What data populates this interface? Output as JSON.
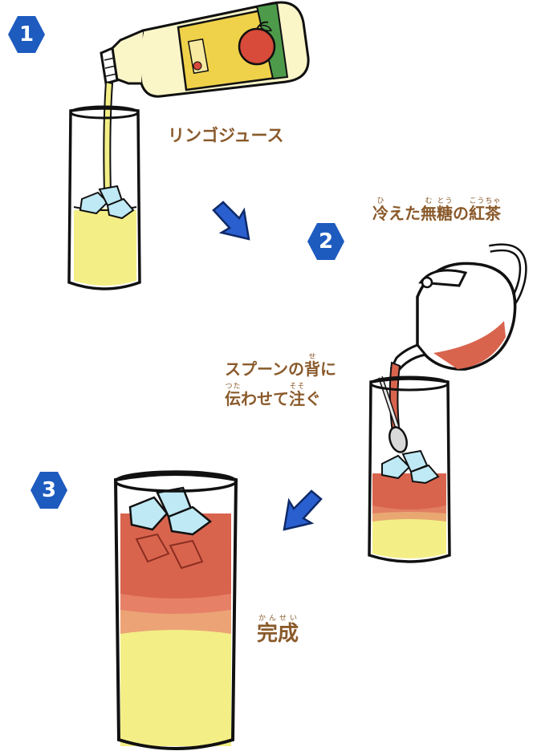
{
  "steps": [
    {
      "number": "1",
      "label": "リンゴジュース"
    },
    {
      "number": "2",
      "label_parts": [
        {
          "base": "冷",
          "ruby": "ひ"
        },
        {
          "base": "えた"
        },
        {
          "base": "無",
          "ruby": "む"
        },
        {
          "base": "糖",
          "ruby": "とう"
        },
        {
          "base": "の"
        },
        {
          "base": "紅",
          "ruby": "こう"
        },
        {
          "base": "茶",
          "ruby": "ちゃ"
        }
      ],
      "instruction_line1_a": "スプーンの",
      "instruction_line1_b": {
        "base": "背",
        "ruby": "せ"
      },
      "instruction_line1_c": "に",
      "instruction_line2_a": {
        "base": "伝",
        "ruby": "つた"
      },
      "instruction_line2_b": "わせて",
      "instruction_line2_c": {
        "base": "注",
        "ruby": "そそ"
      },
      "instruction_line2_d": "ぐ"
    },
    {
      "number": "3",
      "label_a": {
        "base": "完",
        "ruby": "かん"
      },
      "label_b": {
        "base": "成",
        "ruby": "せい"
      }
    }
  ],
  "colors": {
    "badge": "#1d5bbf",
    "arrow": "#2a5fd0",
    "label": "#8a5a2b",
    "apple_juice": "#f3ef86",
    "tea": "#d9644e",
    "ice": "#bfe9f4"
  }
}
